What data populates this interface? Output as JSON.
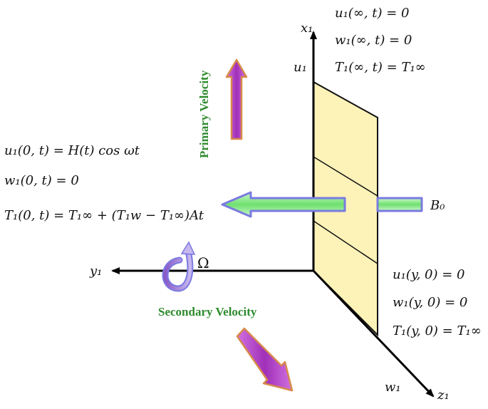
{
  "axes": {
    "x1": "x₁",
    "y1": "y₁",
    "z1": "z₁",
    "u1": "u₁",
    "w1": "w₁"
  },
  "labels": {
    "primary_velocity": "Primary Velocity",
    "secondary_velocity": "Secondary Velocity",
    "omega": "Ω",
    "b0": "B₀"
  },
  "conditions": {
    "infinity": [
      "u₁(∞, t) = 0",
      "w₁(∞, t) = 0",
      "T₁(∞, t) = T₁∞"
    ],
    "wall": [
      "u₁(0, t) = H(t) cos ωt",
      "w₁(0, t) = 0",
      "T₁(0, t) = T₁∞ + (T₁w − T₁∞)At"
    ],
    "initial": [
      "u₁(y, 0) = 0",
      "w₁(y, 0) = 0",
      "T₁(y, 0) = T₁∞"
    ]
  },
  "colors": {
    "plate_fill": "#fdf2b8",
    "arrow_magenta": "#b040c0",
    "arrow_green": "#7ee87e",
    "arrow_blue_outline": "#7a7ae0",
    "arrow_orange_outline": "#d88a4a",
    "label_green": "#2e8b2e"
  }
}
